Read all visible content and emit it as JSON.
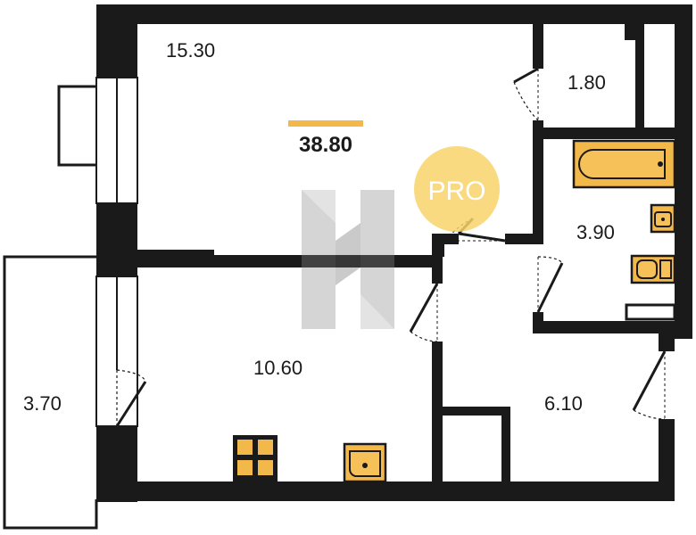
{
  "plan": {
    "total_area": "38.80",
    "badge_text": "PRO",
    "colors": {
      "wall": "#1a1a1a",
      "accent": "#f2b84a",
      "badge": "#f8d36a",
      "watermark": "#8a8a8a"
    },
    "rooms": [
      {
        "id": "living-room",
        "area": "15.30"
      },
      {
        "id": "wc",
        "area": "1.80"
      },
      {
        "id": "bathroom",
        "area": "3.90"
      },
      {
        "id": "kitchen",
        "area": "10.60"
      },
      {
        "id": "hallway",
        "area": "6.10"
      },
      {
        "id": "balcony",
        "area": "3.70"
      }
    ]
  }
}
